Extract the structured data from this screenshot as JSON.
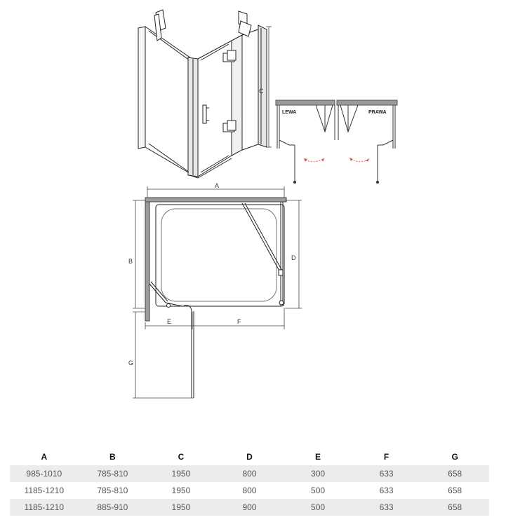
{
  "diagram": {
    "variants": {
      "left": "LEWA",
      "right": "PRAWA"
    },
    "dimension_labels": {
      "A": "A",
      "B": "B",
      "C": "C",
      "D": "D",
      "E": "E",
      "F": "F",
      "G": "G"
    }
  },
  "table": {
    "headers": [
      "A",
      "B",
      "C",
      "D",
      "E",
      "F",
      "G"
    ],
    "rows": [
      [
        "985-1010",
        "785-810",
        "1950",
        "800",
        "300",
        "633",
        "658"
      ],
      [
        "1185-1210",
        "785-810",
        "1950",
        "800",
        "500",
        "633",
        "658"
      ],
      [
        "1185-1210",
        "885-910",
        "1950",
        "900",
        "500",
        "633",
        "658"
      ]
    ]
  }
}
